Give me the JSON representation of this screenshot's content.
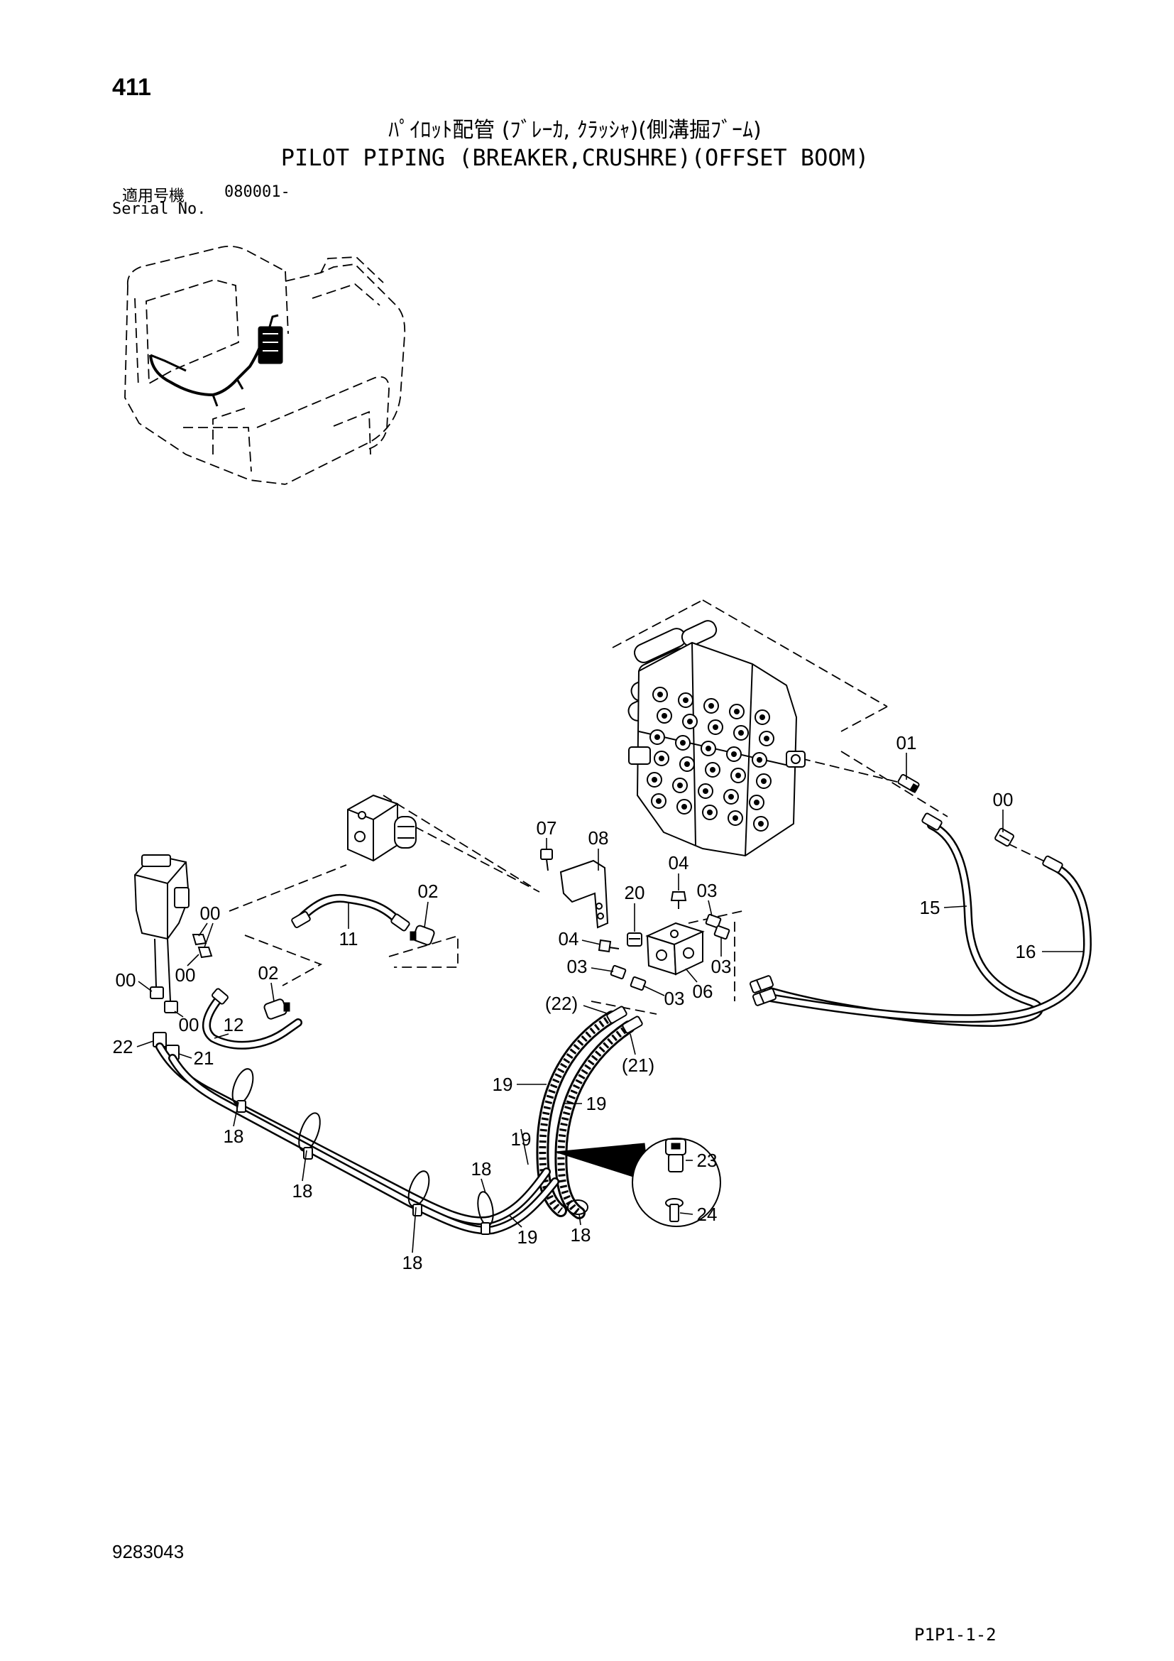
{
  "header": {
    "page_number": "411",
    "title_jp": "ﾊﾟｲﾛｯﾄ配管 (ﾌﾞﾚｰｶ, ｸﾗｯｼｬ)(側溝掘ﾌﾞｰﾑ)",
    "title_en": "PILOT PIPING (BREAKER,CRUSHRE)(OFFSET BOOM)",
    "serial_label_jp": "適用号機",
    "serial_value": "080001-",
    "serial_label_en": "Serial No."
  },
  "footer": {
    "doc_number": "9283043",
    "page_code": "P1P1-1-2"
  },
  "callouts": [
    "01",
    "00",
    "07",
    "08",
    "04",
    "03",
    "20",
    "02",
    "00",
    "15",
    "11",
    "04",
    "16",
    "03",
    "03",
    "00",
    "02",
    "00",
    "06",
    "03",
    "(22)",
    "00",
    "12",
    "22",
    "21",
    "(21)",
    "19",
    "19",
    "18",
    "19",
    "23",
    "18",
    "18",
    "24",
    "19",
    "18",
    "18"
  ]
}
